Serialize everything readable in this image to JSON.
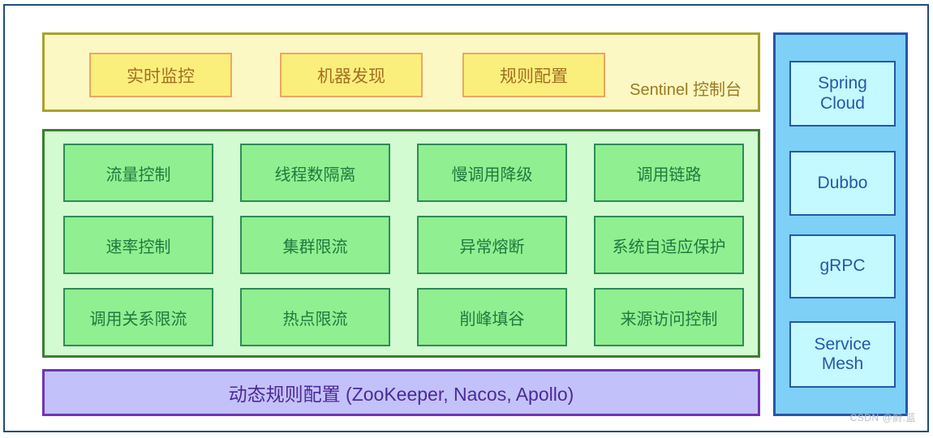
{
  "diagram": {
    "title": "Sentinel Architecture Diagram",
    "colors": {
      "frame_border": "#1f4e79",
      "console_bg": "#fcf8c4",
      "console_border": "#a8a229",
      "console_box_bg": "#fbef7c",
      "console_box_border": "#f0a460",
      "console_text": "#a36f23",
      "core_bg": "#d2fbd2",
      "core_border": "#3e7d32",
      "core_box_bg": "#90ef90",
      "core_box_border": "#2e8b57",
      "core_text": "#1f7a3f",
      "rules_bg": "#c3c1fa",
      "rules_border": "#6f35b5",
      "rules_text": "#4c2a96",
      "adapters_bg": "#7ed0f7",
      "adapters_border": "#2657a8",
      "adapter_box_bg": "#c4f9ff",
      "adapter_text": "#2657a8",
      "watermark_text": "#b9c0cc"
    }
  },
  "console_panel": {
    "label": "Sentinel 控制台",
    "boxes": [
      {
        "label": "实时监控"
      },
      {
        "label": "机器发现"
      },
      {
        "label": "规则配置"
      }
    ]
  },
  "core_panel": {
    "boxes": [
      {
        "label": "流量控制"
      },
      {
        "label": "线程数隔离"
      },
      {
        "label": "慢调用降级"
      },
      {
        "label": "调用链路"
      },
      {
        "label": "速率控制"
      },
      {
        "label": "集群限流"
      },
      {
        "label": "异常熔断"
      },
      {
        "label": "系统自适应保护"
      },
      {
        "label": "调用关系限流"
      },
      {
        "label": "热点限流"
      },
      {
        "label": "削峰填谷"
      },
      {
        "label": "来源访问控制"
      }
    ]
  },
  "rules_panel": {
    "label": "动态规则配置 (ZooKeeper, Nacos, Apollo)"
  },
  "adapters_panel": {
    "boxes": [
      {
        "label": "Spring\nCloud"
      },
      {
        "label": "Dubbo"
      },
      {
        "label": "gRPC"
      },
      {
        "label": "Service\nMesh"
      }
    ]
  },
  "watermark": {
    "label": "CSDN @蔚.蓝"
  }
}
